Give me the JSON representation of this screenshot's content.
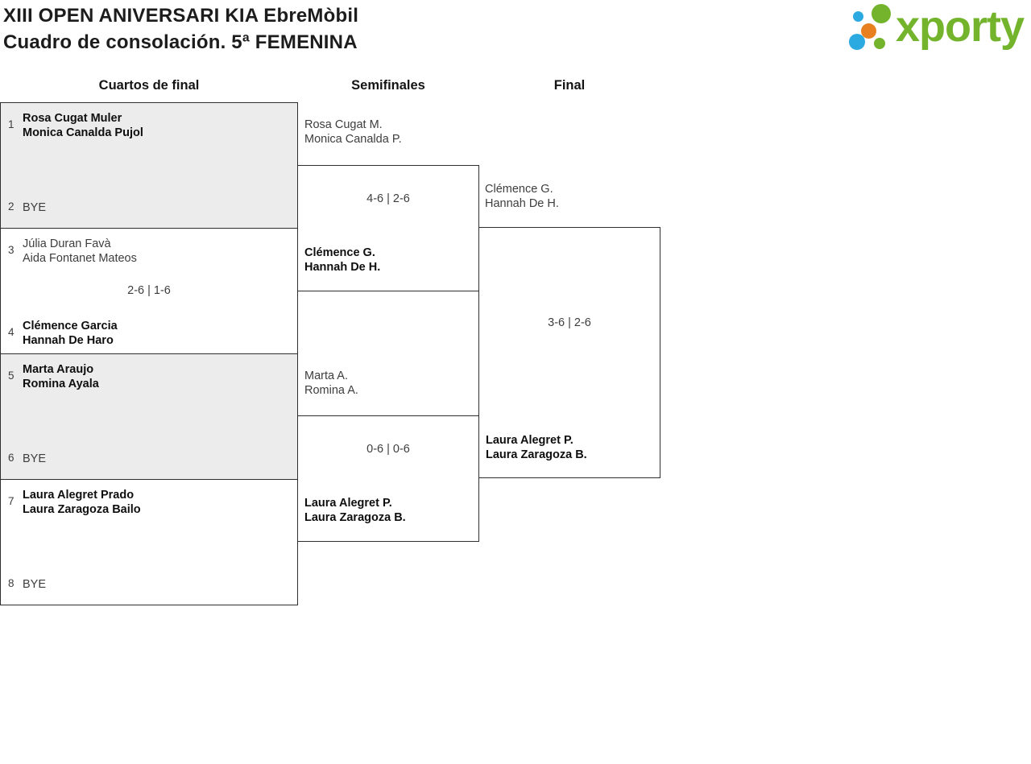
{
  "header": {
    "title_line1": "XIII OPEN ANIVERSARI KIA EbreMòbil",
    "title_line2": "Cuadro de consolación. 5ª FEMENINA",
    "logo_text": "xporty"
  },
  "rounds": [
    {
      "label": "Cuartos de final"
    },
    {
      "label": "Semifinales"
    },
    {
      "label": "Final"
    }
  ],
  "colors": {
    "logo_green": "#74b42d",
    "logo_blue": "#2ba9e1",
    "logo_orange": "#e8801f",
    "bye_box_fill": "#ececec",
    "box_border": "#2e2e2e"
  },
  "bracket": {
    "quarterfinals": [
      {
        "seed_top": "1",
        "team_top": [
          "Rosa Cugat Muler",
          "Monica Canalda Pujol"
        ],
        "top_is_winner": true,
        "seed_bottom": "2",
        "team_bottom": [
          "BYE"
        ],
        "bottom_is_winner": false,
        "score": ""
      },
      {
        "seed_top": "3",
        "team_top": [
          "Júlia Duran Favà",
          "Aida Fontanet Mateos"
        ],
        "top_is_winner": false,
        "seed_bottom": "4",
        "team_bottom": [
          "Clémence Garcia",
          "Hannah De Haro"
        ],
        "bottom_is_winner": true,
        "score": "2-6 | 1-6"
      },
      {
        "seed_top": "5",
        "team_top": [
          "Marta Araujo",
          "Romina Ayala"
        ],
        "top_is_winner": true,
        "seed_bottom": "6",
        "team_bottom": [
          "BYE"
        ],
        "bottom_is_winner": false,
        "score": ""
      },
      {
        "seed_top": "7",
        "team_top": [
          "Laura Alegret Prado",
          "Laura Zaragoza Bailo"
        ],
        "top_is_winner": true,
        "seed_bottom": "8",
        "team_bottom": [
          "BYE"
        ],
        "bottom_is_winner": false,
        "score": ""
      }
    ],
    "semifinals": [
      {
        "team_top": [
          "Rosa Cugat M.",
          "Monica Canalda P."
        ],
        "top_is_winner": false,
        "score": "4-6 | 2-6",
        "team_bottom": [
          "Clémence G.",
          "Hannah De H."
        ],
        "bottom_is_winner": true
      },
      {
        "team_top": [
          "Marta A.",
          "Romina A."
        ],
        "top_is_winner": false,
        "score": "0-6 | 0-6",
        "team_bottom": [
          "Laura Alegret P.",
          "Laura Zaragoza B."
        ],
        "bottom_is_winner": true
      }
    ],
    "final": {
      "team_top": [
        "Clémence G.",
        "Hannah De H."
      ],
      "top_is_winner": false,
      "score": "3-6 | 2-6",
      "team_bottom": [
        "Laura Alegret P.",
        "Laura Zaragoza B."
      ],
      "bottom_is_winner": true
    }
  }
}
